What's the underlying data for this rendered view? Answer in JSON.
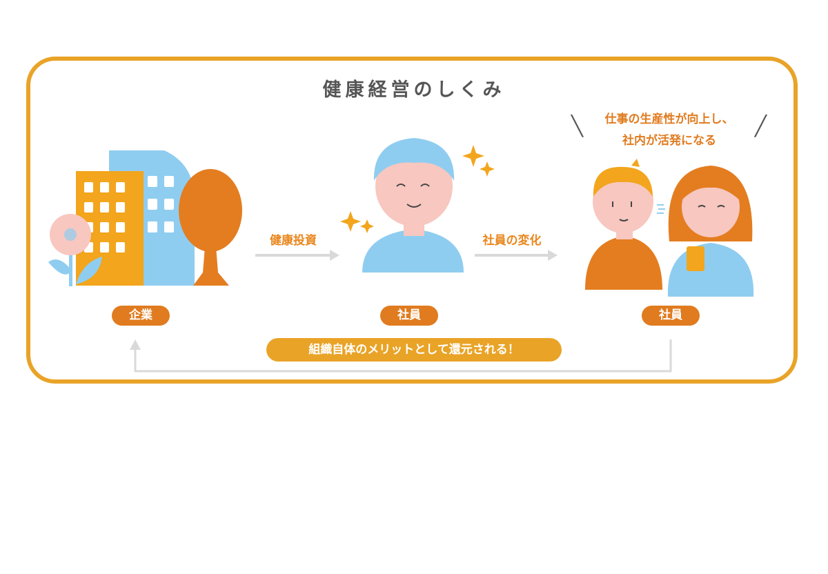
{
  "title": "健康経営のしくみ",
  "flow": {
    "investment_label": "健康投資",
    "change_label": "社員の変化"
  },
  "nodes": {
    "company": "企業",
    "employee_1": "社員",
    "employee_2": "社員"
  },
  "speech": {
    "line1": "仕事の生産性が向上し、",
    "line2": "社内が活発になる"
  },
  "return_message": "組織自体のメリットとして還元される！",
  "colors": {
    "frame": "#e9a327",
    "accent_orange": "#e07b1f",
    "sky_blue": "#8fcdf0",
    "skin": "#f7c7c0",
    "arrow_gray": "#d9d9d9"
  }
}
